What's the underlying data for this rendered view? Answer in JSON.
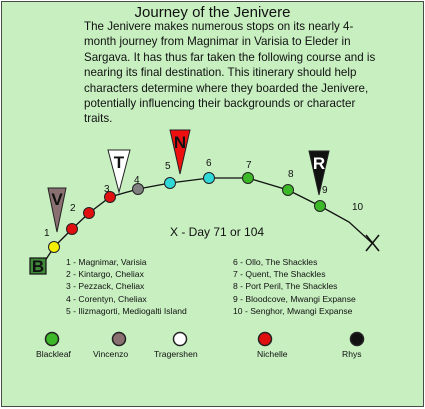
{
  "title": "Journey of the Jenivere",
  "intro": "The Jenivere makes numerous stops on its nearly 4-month journey from Magnimar in Varisia to Eleder in Sargava. It has thus far taken the following course and is nearing its final destination. This itinerary should help characters determine where they boarded the Jenivere, potentially influencing their backgrounds or character traits.",
  "current_position": "X - Day 71 or 104",
  "start_marker": "B",
  "stops": [
    {
      "number": "1",
      "name": "Magnimar, Varisia",
      "color": "#f4f000"
    },
    {
      "number": "2",
      "name": "Kintargo, Cheliax",
      "color": "#e01010"
    },
    {
      "number": "3",
      "name": "Pezzack, Cheliax",
      "color": "#e01010"
    },
    {
      "number": "4",
      "name": "Corentyn, Cheliax",
      "color": "#e01010"
    },
    {
      "number": "5",
      "name": "Ilizmagorti, Mediogalti Island",
      "color": "#808080"
    },
    {
      "number": "6",
      "name": "Ollo, The Shackles",
      "color": "#30d8d8"
    },
    {
      "number": "7",
      "name": "Quent, The Shackles",
      "color": "#30d8d8"
    },
    {
      "number": "8",
      "name": "Port Peril, The Shackles",
      "color": "#3cb828"
    },
    {
      "number": "9",
      "name": "Bloodcove, Mwangi Expanse",
      "color": "#3cb828"
    },
    {
      "number": "10",
      "name": "Senghor, Mwangi Expanse",
      "color": "#3cb828"
    }
  ],
  "flags": [
    {
      "letter": "V",
      "at_stop": "1",
      "color": "#8a7070"
    },
    {
      "letter": "T",
      "at_stop": "3",
      "color": "#ffffff"
    },
    {
      "letter": "N",
      "at_stop": "5",
      "color": "#ee1010"
    },
    {
      "letter": "R",
      "at_stop": "9",
      "color": "#111111"
    }
  ],
  "characters": [
    {
      "name": "Blackleaf",
      "color": "#3cb828"
    },
    {
      "name": "Vincenzo",
      "color": "#8a7070"
    },
    {
      "name": "Tragershen",
      "color": "#ffffff"
    },
    {
      "name": "Nichelle",
      "color": "#e01010"
    },
    {
      "name": "Rhys",
      "color": "#111111"
    }
  ]
}
